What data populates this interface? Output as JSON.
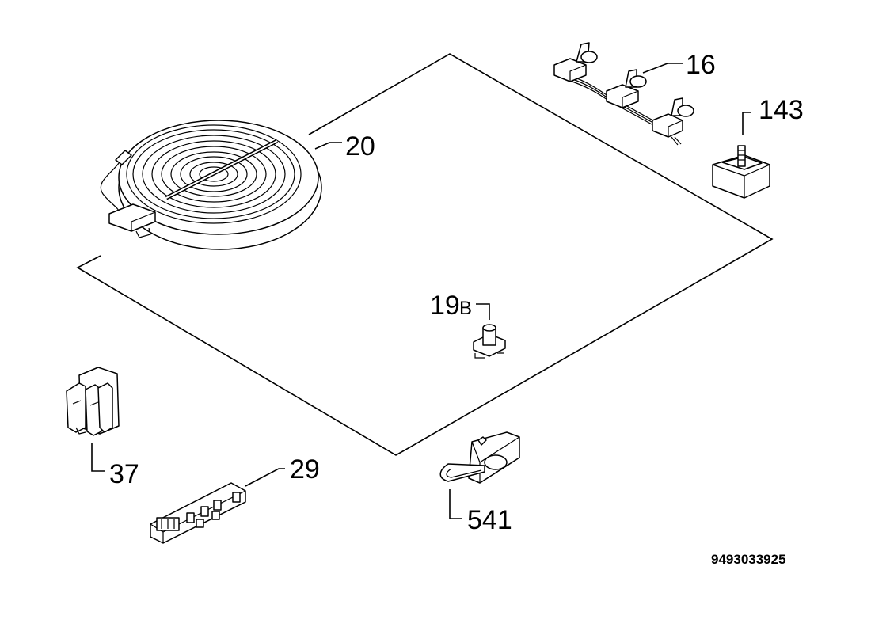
{
  "labels": {
    "hotplate": "20",
    "switches": "16",
    "regulator": "143",
    "lamp_main": "19",
    "lamp_suffix": "B",
    "clip": "37",
    "terminal_block": "29",
    "fuse_holder": "541"
  },
  "reference_number": "9493033925"
}
